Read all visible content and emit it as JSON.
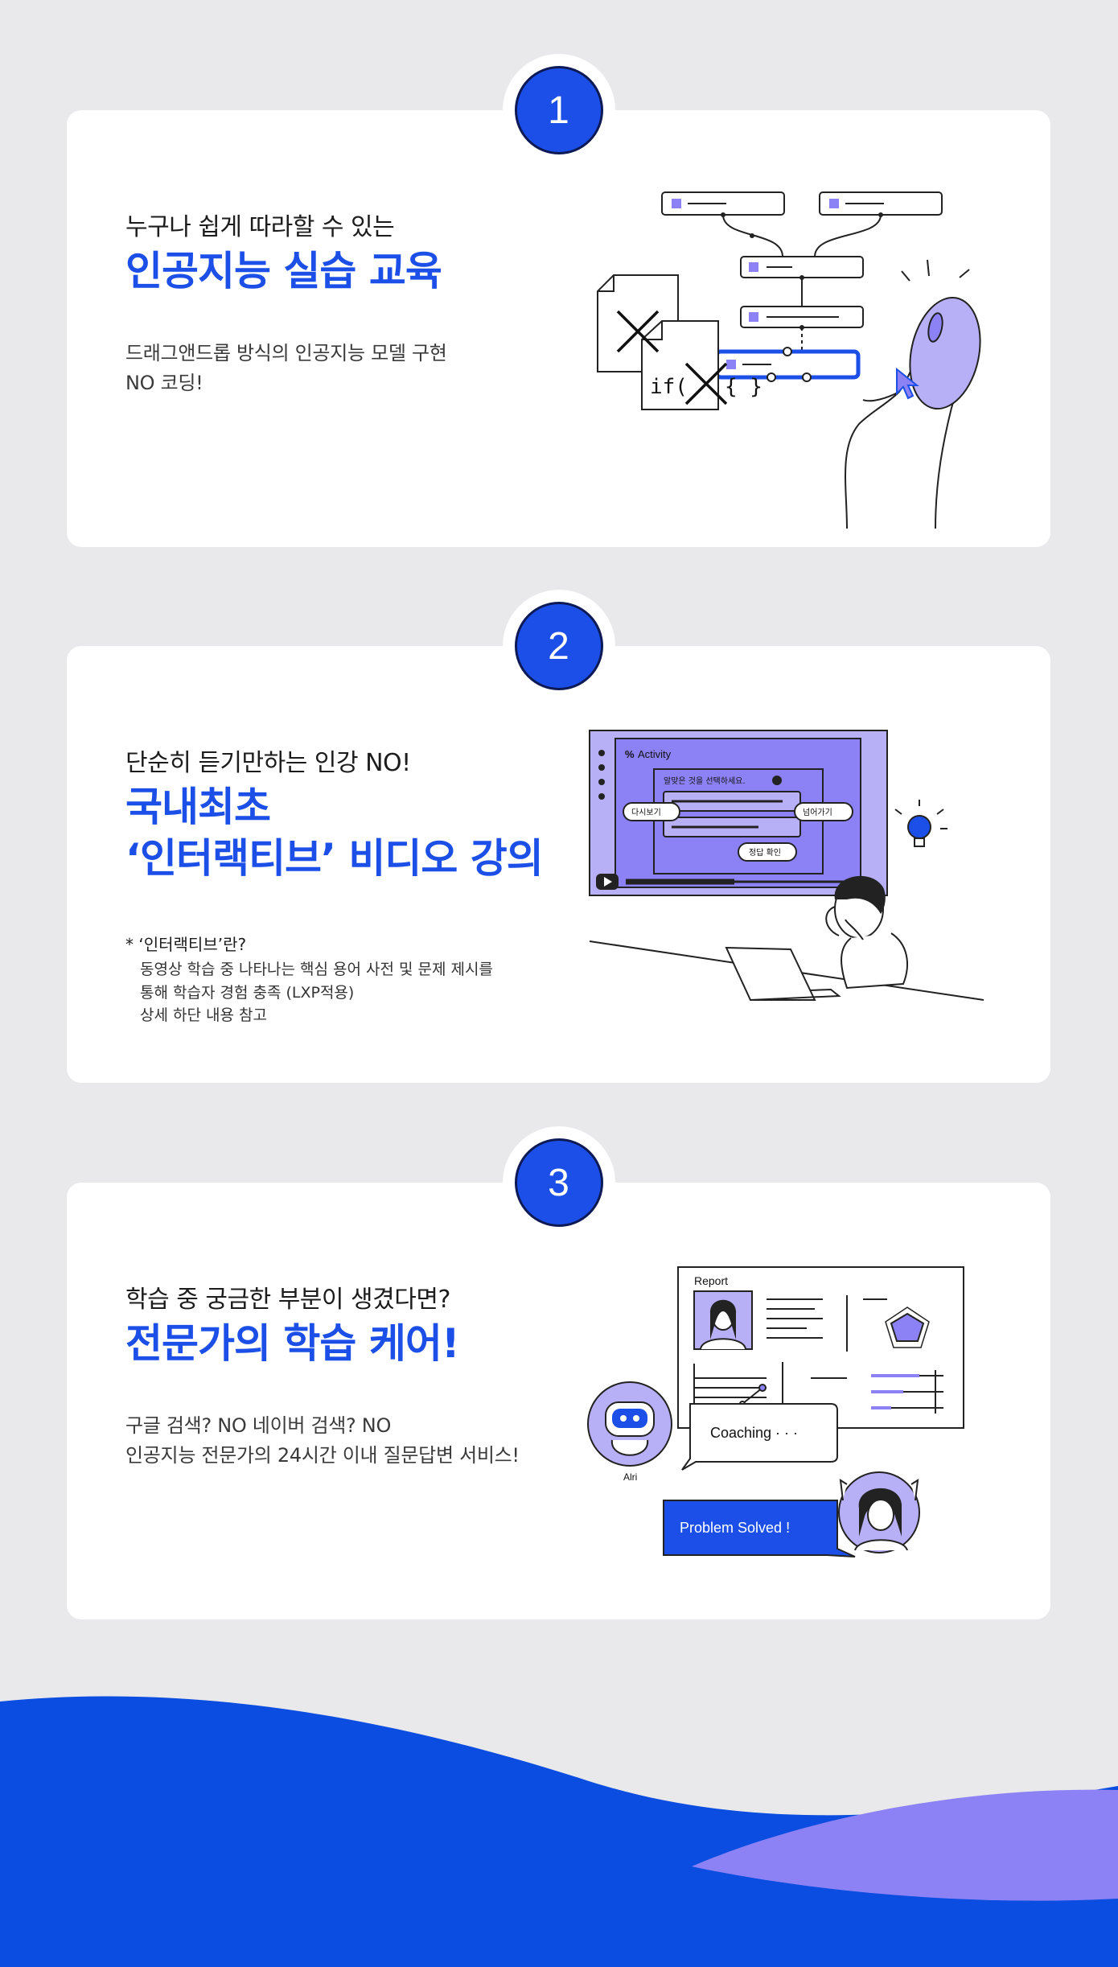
{
  "sections": [
    {
      "number": "1",
      "subtitle": "누구나 쉽게 따라할 수 있는",
      "title": "인공지능 실습 교육",
      "description": [
        "드래그앤드롭 방식의 인공지능 모델 구현",
        "NO 코딩!"
      ],
      "illustration": {
        "code_text": "if(",
        "code_text_end": "{ }"
      }
    },
    {
      "number": "2",
      "subtitle": "단순히 듣기만하는 인강 NO!",
      "title": [
        "국내최초",
        "‘인터랙티브’ 비디오 강의"
      ],
      "note": {
        "heading": "* ‘인터랙티브’란?",
        "lines": [
          "동영상 학습 중 나타나는 핵심 용어 사전 및 문제 제시를",
          "통해 학습자 경험 충족 (LXP적용)",
          "상세 하단 내용 참고"
        ]
      },
      "illustration": {
        "activity_label": "Activity",
        "question": "알맞은 것을 선택하세요.",
        "rewatch_button": "다시보기",
        "skip_button": "넘어가기",
        "check_button": "정답 확인"
      }
    },
    {
      "number": "3",
      "subtitle": "학습 중 궁금한 부분이 생겼다면?",
      "title": "전문가의 학습 케어!",
      "description": [
        "구글 검색? NO 네이버 검색? NO",
        "인공지능 전문가의 24시간 이내 질문답변 서비스!"
      ],
      "illustration": {
        "report_label": "Report",
        "coaching_label": "Coaching · · ·",
        "bot_name": "Alri",
        "solved_label": "Problem Solved !"
      }
    }
  ],
  "colors": {
    "primary_blue": "#1b4fe8",
    "wave_blue": "#0a4de0",
    "wave_purple": "#8c82f5",
    "light_purple": "#b7b0f7",
    "background": "#e9e9eb"
  }
}
